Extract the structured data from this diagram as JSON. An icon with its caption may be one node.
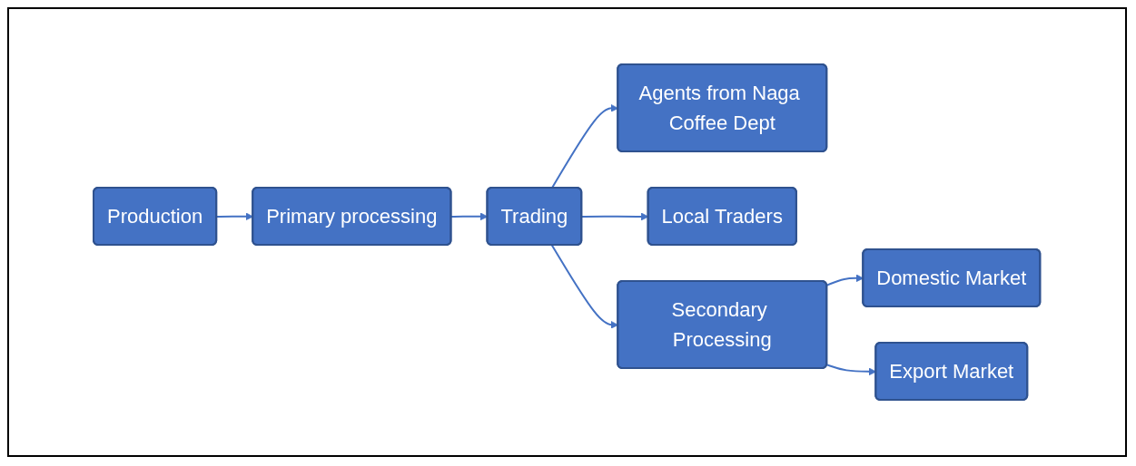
{
  "diagram": {
    "nodes": [
      {
        "text": [
          "Production"
        ]
      },
      {
        "text": [
          "Primary processing"
        ]
      },
      {
        "text": [
          "Trading"
        ]
      },
      {
        "text": [
          "Agents from Naga Coffee Dept"
        ]
      },
      {
        "text": [
          "Local Traders"
        ]
      },
      {
        "text": [
          "Secondary Processing"
        ]
      },
      {
        "text": [
          "Domestic Market"
        ]
      },
      {
        "text": [
          "Export Market"
        ]
      }
    ],
    "edges": [
      {
        "from": 0,
        "to": 1,
        "arrow": "to"
      },
      {
        "from": 1,
        "to": 2,
        "arrow": "to"
      },
      {
        "from": 2,
        "to": 3,
        "arrow": "to"
      },
      {
        "from": 2,
        "to": 4,
        "arrow": "to"
      },
      {
        "from": 2,
        "to": 5,
        "arrow": "to"
      },
      {
        "from": 5,
        "to": 6,
        "arrow": "to"
      },
      {
        "from": 5,
        "to": 7,
        "arrow": "to"
      }
    ]
  }
}
